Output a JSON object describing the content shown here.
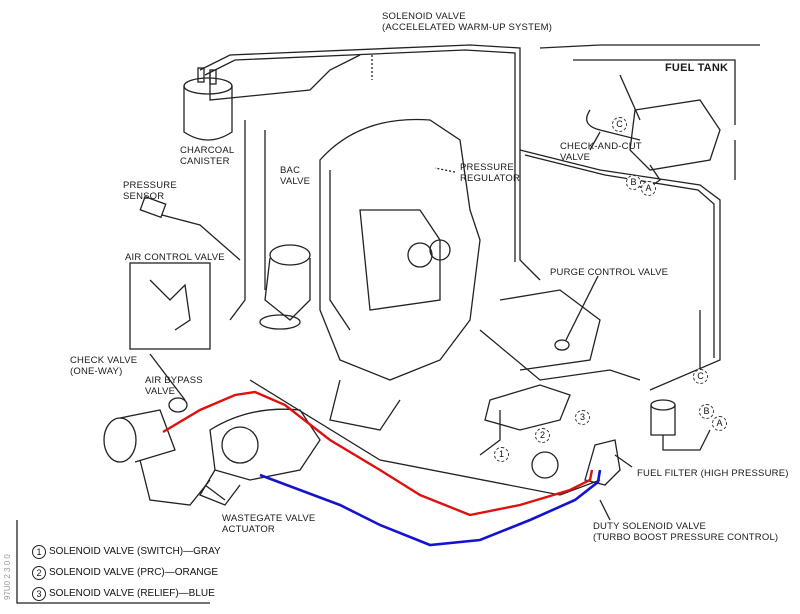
{
  "diagram": {
    "title": "Emission / Turbo Vacuum Hose Routing",
    "colors": {
      "line": "#222222",
      "hose_red": "#e01010",
      "hose_blue": "#1414d0",
      "background": "#ffffff"
    },
    "labels": {
      "solenoid_accel": "SOLENOID VALVE\n(ACCELELATED WARM-UP SYSTEM)",
      "fuel_tank": "FUEL TANK",
      "charcoal_canister": "CHARCOAL\nCANISTER",
      "bac_valve": "BAC\nVALVE",
      "pressure_sensor": "PRESSURE\nSENSOR",
      "pressure_regulator": "PRESSURE\nREGULATOR",
      "check_and_cut_valve": "CHECK-AND-CUT\nVALVE",
      "air_control_valve": "AIR CONTROL VALVE",
      "purge_control_valve": "PURGE CONTROL VALVE",
      "check_valve": "CHECK VALVE\n(ONE-WAY)",
      "air_bypass_valve": "AIR BYPASS\nVALVE",
      "fuel_filter": "FUEL FILTER (HIGH PRESSURE)",
      "wastegate_actuator": "WASTEGATE VALVE\nACTUATOR",
      "duty_solenoid": "DUTY SOLENOID VALVE\n(TURBO BOOST PRESSURE CONTROL)"
    },
    "connectors": {
      "a": "A",
      "b": "B",
      "c": "C"
    },
    "callouts": {
      "one": "1",
      "two": "2",
      "three": "3"
    },
    "legend": [
      {
        "num": "1",
        "text": "SOLENOID VALVE (SWITCH)—GRAY"
      },
      {
        "num": "2",
        "text": "SOLENOID VALVE (PRC)—ORANGE"
      },
      {
        "num": "3",
        "text": "SOLENOID VALVE (RELIEF)—BLUE"
      }
    ],
    "side_code": "97U0 2 3 0 0"
  }
}
